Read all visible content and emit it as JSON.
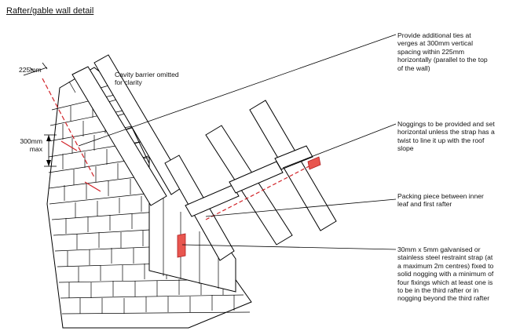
{
  "title": "Rafter/gable wall detail",
  "labels": {
    "cavity_barrier": "Cavity barrier omitted for clarity",
    "dim_225": "225mm",
    "dim_300": "300mm max"
  },
  "notes": [
    "Provide additional ties at verges at 300mm vertical spacing within 225mm horizontally (parallel to the top of the wall)",
    "Noggings to be provided and set horizontal unless the strap has a twist to line it up with the roof slope",
    "Packing piece between inner leaf and first rafter",
    "30mm x 5mm galvanised or stainless steel restraint strap (at a maximum 2m centres) fixed to solid nogging with a minimum of four fixings which at least one is to be in the third rafter or in nogging beyond the third rafter"
  ],
  "colors": {
    "line": "#000000",
    "accent": "#d1242a"
  }
}
